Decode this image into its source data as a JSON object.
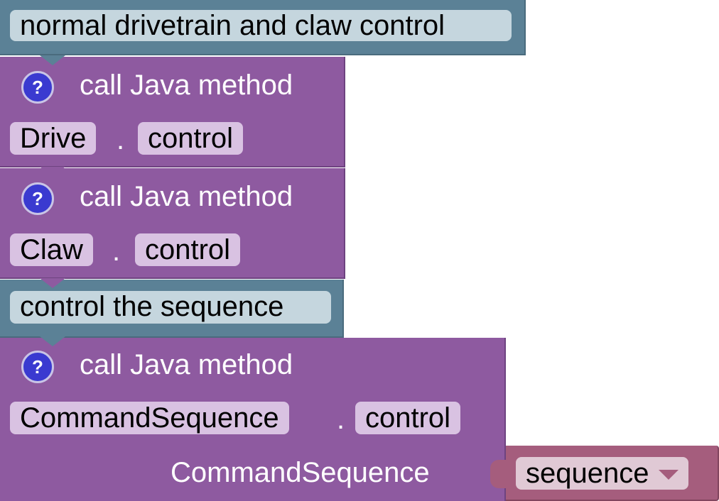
{
  "blocks": {
    "comment1": {
      "text": "normal drivetrain and claw control"
    },
    "call1": {
      "title": "call Java method",
      "class_name": "Drive",
      "separator": ".",
      "method_name": "control",
      "help_icon": "?"
    },
    "call2": {
      "title": "call Java method",
      "class_name": "Claw",
      "separator": ".",
      "method_name": "control",
      "help_icon": "?"
    },
    "comment2": {
      "text": "control the sequence"
    },
    "call3": {
      "title": "call Java method",
      "class_name": "CommandSequence",
      "separator": ".",
      "method_name": "control",
      "help_icon": "?",
      "param_label": "CommandSequence",
      "param_value": "sequence"
    }
  },
  "colors": {
    "comment_block": "#5b8196",
    "comment_field": "#c5d6de",
    "call_block": "#8e5aa0",
    "call_field": "#d9c2e2",
    "variable_block": "#a55d7d",
    "help_icon": "#3a3ad0"
  },
  "icons": {
    "help": "question-mark-circle-icon",
    "dropdown": "triangle-down-icon"
  }
}
